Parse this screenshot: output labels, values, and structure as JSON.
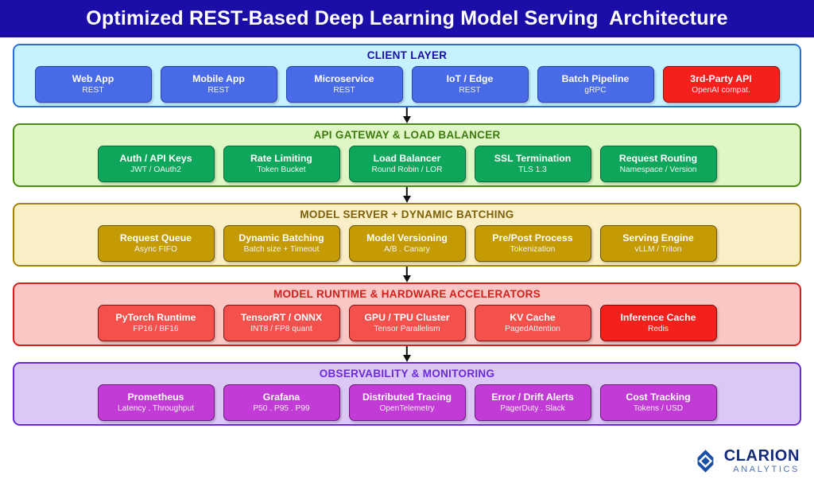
{
  "header": {
    "title": "Optimized REST-Based Deep Learning Model Serving  Architecture",
    "background": "#1A0DA8",
    "text_color": "#FFFFFF"
  },
  "layers": [
    {
      "id": "client-layer",
      "title": "CLIENT LAYER",
      "background": "#C5F2FD",
      "border": "#2E6FD6",
      "title_color": "#1A0DA8",
      "card_fill": "#4A6BE8",
      "card_border": "#2746B0",
      "cards": [
        {
          "name": "web-app",
          "title": "Web App",
          "sub": "REST"
        },
        {
          "name": "mobile-app",
          "title": "Mobile App",
          "sub": "REST"
        },
        {
          "name": "microservice",
          "title": "Microservice",
          "sub": "REST"
        },
        {
          "name": "iot-edge",
          "title": "IoT / Edge",
          "sub": "REST"
        },
        {
          "name": "batch-pipeline",
          "title": "Batch Pipeline",
          "sub": "gRPC"
        },
        {
          "name": "third-party-api",
          "title": "3rd-Party API",
          "sub": "OpenAI compat.",
          "fill": "#F5201C",
          "border": "#8C1310"
        }
      ]
    },
    {
      "id": "api-gateway-layer",
      "title": "API GATEWAY & LOAD BALANCER",
      "background": "#DEF7C4",
      "border": "#4B8B15",
      "title_color": "#3E7A10",
      "card_fill": "#0EA65A",
      "card_border": "#0A6B39",
      "cards": [
        {
          "name": "auth-api-keys",
          "title": "Auth / API Keys",
          "sub": "JWT / OAuth2"
        },
        {
          "name": "rate-limiting",
          "title": "Rate Limiting",
          "sub": "Token Bucket"
        },
        {
          "name": "load-balancer",
          "title": "Load Balancer",
          "sub": "Round Robin / LOR"
        },
        {
          "name": "ssl-termination",
          "title": "SSL Termination",
          "sub": "TLS 1.3"
        },
        {
          "name": "request-routing",
          "title": "Request Routing",
          "sub": "Namespace / Version"
        }
      ]
    },
    {
      "id": "model-server-layer",
      "title": "MODEL SERVER + DYNAMIC BATCHING",
      "background": "#FBEFC8",
      "border": "#A8830A",
      "title_color": "#7E6209",
      "card_fill": "#C49A05",
      "card_border": "#6E5603",
      "cards": [
        {
          "name": "request-queue",
          "title": "Request Queue",
          "sub": "Async FIFO"
        },
        {
          "name": "dynamic-batching",
          "title": "Dynamic Batching",
          "sub": "Batch size + Timeout"
        },
        {
          "name": "model-versioning",
          "title": "Model Versioning",
          "sub": "A/B . Canary"
        },
        {
          "name": "pre-post-process",
          "title": "Pre/Post Process",
          "sub": "Tokenization"
        },
        {
          "name": "serving-engine",
          "title": "Serving Engine",
          "sub": "vLLM / Triton"
        }
      ]
    },
    {
      "id": "model-runtime-layer",
      "title": "MODEL RUNTIME & HARDWARE ACCELERATORS",
      "background": "#FAC7C5",
      "border": "#D4201C",
      "title_color": "#D4201C",
      "card_fill": "#F4504C",
      "card_border": "#7A1513",
      "cards": [
        {
          "name": "pytorch-runtime",
          "title": "PyTorch Runtime",
          "sub": "FP16 / BF16"
        },
        {
          "name": "tensorrt-onnx",
          "title": "TensorRT / ONNX",
          "sub": "INT8 / FP8 quant"
        },
        {
          "name": "gpu-tpu-cluster",
          "title": "GPU / TPU Cluster",
          "sub": "Tensor Parallelism"
        },
        {
          "name": "kv-cache",
          "title": "KV Cache",
          "sub": "PagedAttention"
        },
        {
          "name": "inference-cache",
          "title": "Inference Cache",
          "sub": "Redis",
          "fill": "#F5201C",
          "border": "#6E100E"
        }
      ]
    },
    {
      "id": "observability-layer",
      "title": "OBSERVABILITY & MONITORING",
      "background": "#DCC8F5",
      "border": "#6B2BD9",
      "title_color": "#6B2BD9",
      "card_fill": "#C23BD6",
      "card_border": "#6E1B7C",
      "cards": [
        {
          "name": "prometheus",
          "title": "Prometheus",
          "sub": "Latency . Throughput"
        },
        {
          "name": "grafana",
          "title": "Grafana",
          "sub": "P50 . P95 . P99"
        },
        {
          "name": "distributed-tracing",
          "title": "Distributed Tracing",
          "sub": "OpenTelemetry"
        },
        {
          "name": "error-drift-alerts",
          "title": "Error / Drift Alerts",
          "sub": "PagerDuty . Slack"
        },
        {
          "name": "cost-tracking",
          "title": "Cost Tracking",
          "sub": "Tokens / USD"
        }
      ]
    }
  ],
  "connectors": [
    {
      "name": "arrow-client-to-gateway",
      "icon": "down-arrow-icon"
    },
    {
      "name": "arrow-gateway-to-model-server",
      "icon": "down-arrow-icon"
    },
    {
      "name": "arrow-model-server-to-runtime",
      "icon": "down-arrow-icon"
    },
    {
      "name": "arrow-runtime-to-observability",
      "icon": "down-arrow-icon"
    }
  ],
  "footer": {
    "logo_icon": "clarion-diamond-logo-icon",
    "brand_name": "CLARION",
    "brand_tagline": "ANALYTICS",
    "brand_color": "#132B7C",
    "tagline_color": "#4A6FB5"
  }
}
